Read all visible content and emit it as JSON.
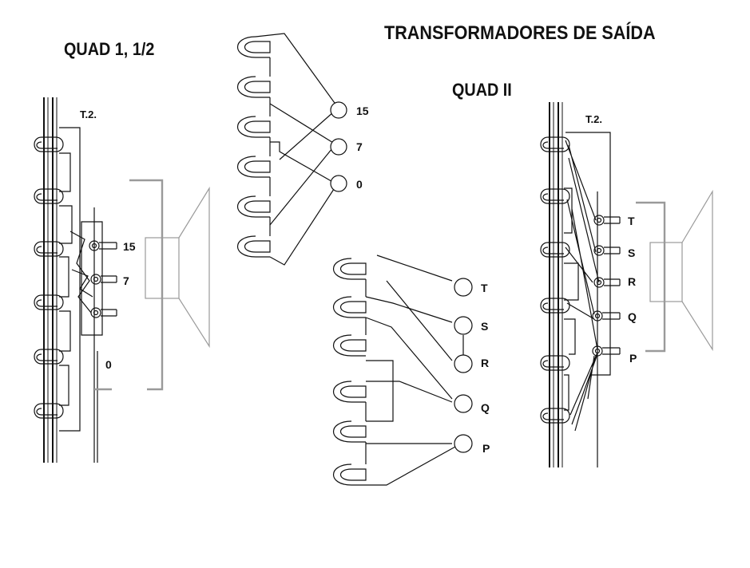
{
  "title": "TRANSFORMADORES DE SAÍDA",
  "left_panel": {
    "heading": "QUAD 1, 1/2",
    "transformer_label": "T.2.",
    "taps": [
      "15",
      "7",
      "0"
    ]
  },
  "center_top": {
    "taps": [
      "15",
      "7",
      "0"
    ]
  },
  "right_panel": {
    "heading": "QUAD II",
    "transformer_label": "T.2.",
    "taps": [
      "T",
      "S",
      "R",
      "Q",
      "P"
    ]
  },
  "center_bottom": {
    "taps": [
      "T",
      "S",
      "R",
      "Q",
      "P"
    ]
  }
}
